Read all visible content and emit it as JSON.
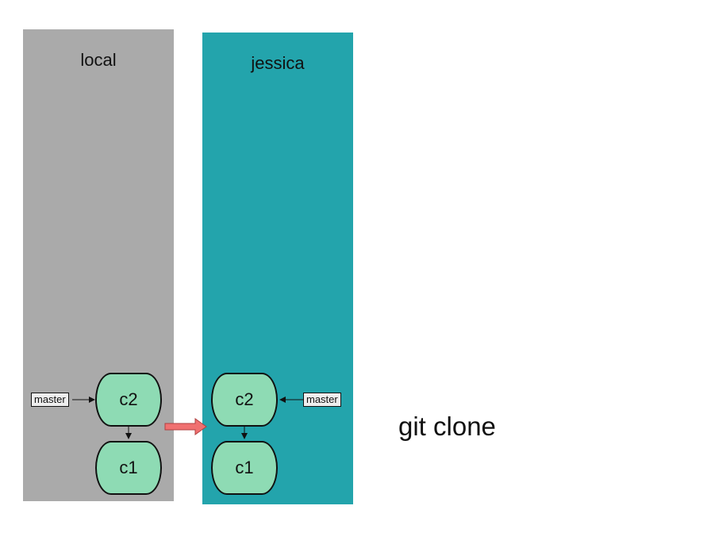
{
  "repos": {
    "local": {
      "title": "local",
      "color": "#aaaaaa",
      "commits": [
        "c2",
        "c1"
      ],
      "branch": "master"
    },
    "jessica": {
      "title": "jessica",
      "color": "#23a4ac",
      "commits": [
        "c2",
        "c1"
      ],
      "branch": "master"
    }
  },
  "commit_color": "#8edbb4",
  "transfer_arrow_color": "#f07070",
  "caption": "git clone"
}
